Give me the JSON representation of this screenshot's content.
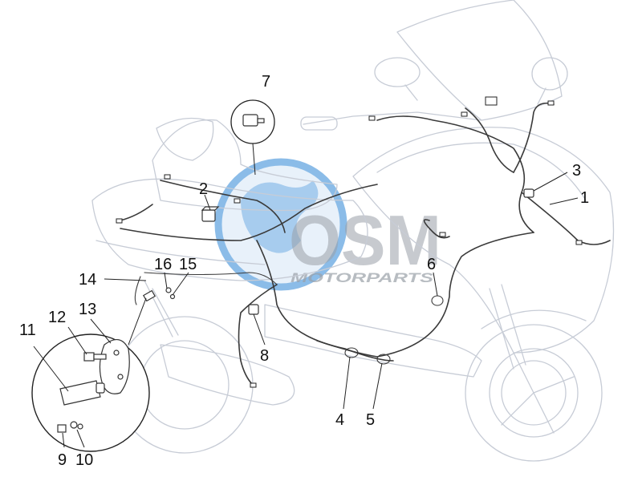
{
  "watermark": {
    "brand": "OSM",
    "tagline": "MOTORPARTS",
    "colors": {
      "blue": "#2e86d6",
      "grey": "#9aa0a8",
      "light_blue": "#d6e7f7"
    }
  },
  "callouts": [
    {
      "id": "1",
      "label": "1"
    },
    {
      "id": "2",
      "label": "2"
    },
    {
      "id": "3",
      "label": "3"
    },
    {
      "id": "4",
      "label": "4"
    },
    {
      "id": "5",
      "label": "5"
    },
    {
      "id": "6",
      "label": "6"
    },
    {
      "id": "7",
      "label": "7"
    },
    {
      "id": "8",
      "label": "8"
    },
    {
      "id": "9",
      "label": "9"
    },
    {
      "id": "10",
      "label": "10"
    },
    {
      "id": "11",
      "label": "11"
    },
    {
      "id": "12",
      "label": "12"
    },
    {
      "id": "13",
      "label": "13"
    },
    {
      "id": "14",
      "label": "14"
    },
    {
      "id": "15",
      "label": "15"
    },
    {
      "id": "16",
      "label": "16"
    }
  ]
}
